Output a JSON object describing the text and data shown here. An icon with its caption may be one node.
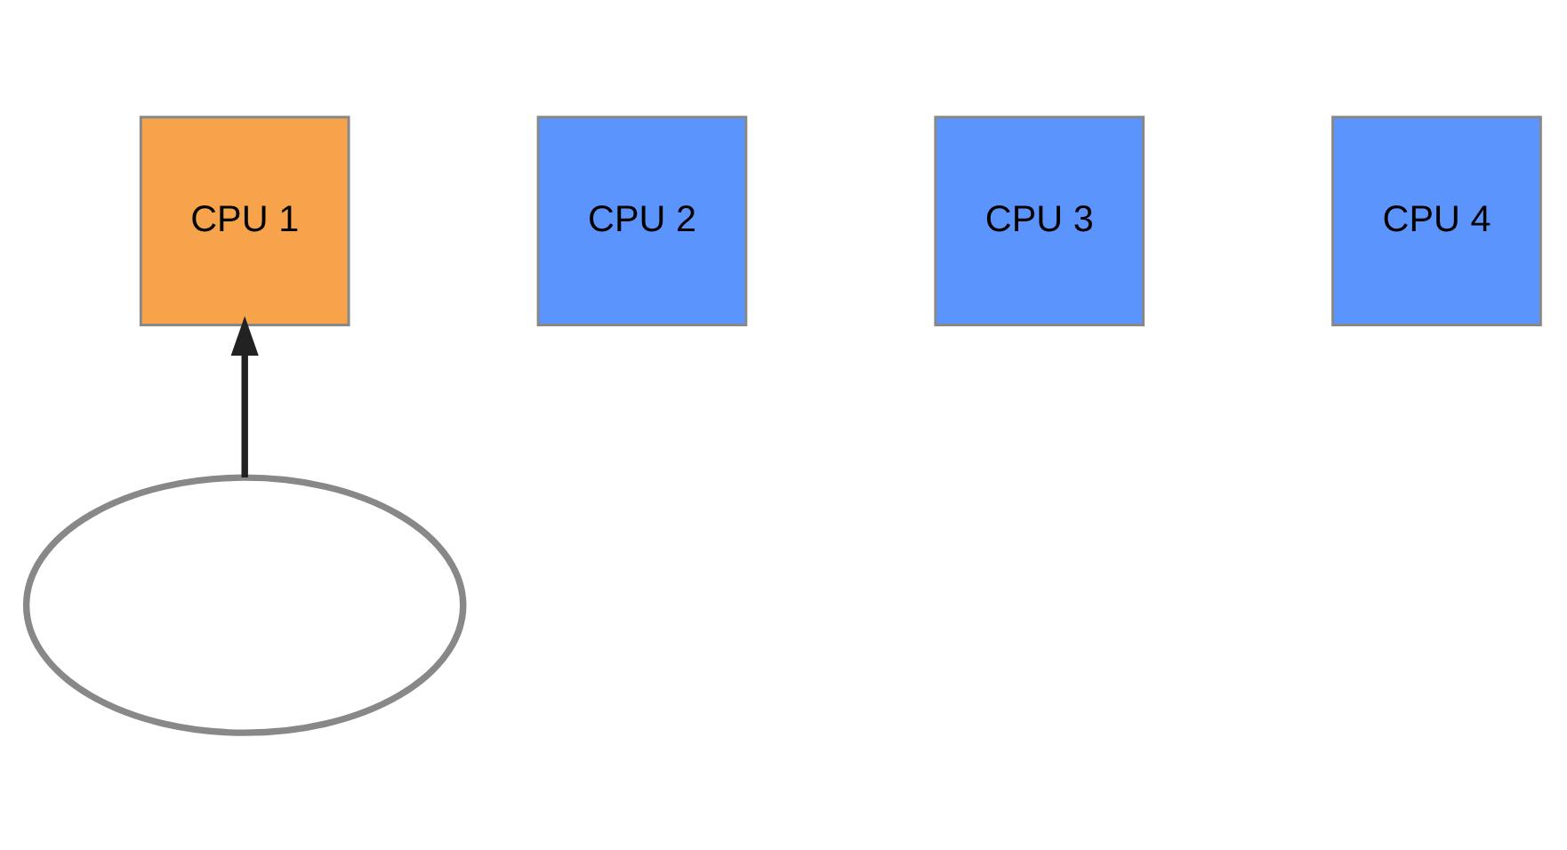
{
  "diagram": {
    "nodes": [
      {
        "text": [
          "CPU 1"
        ]
      },
      {
        "text": [
          "CPU 2"
        ]
      },
      {
        "text": [
          "CPU 3"
        ]
      },
      {
        "text": [
          "CPU 4"
        ]
      },
      {
        "text": [],
        "shape": "ellipse"
      }
    ],
    "edges": [
      {
        "from": 4,
        "to": 0,
        "arrow": "to"
      }
    ]
  }
}
